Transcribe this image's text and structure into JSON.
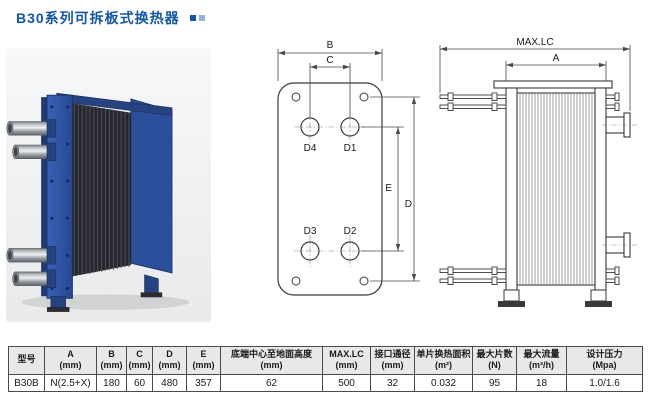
{
  "page": {
    "title": "B30系列可拆板式换热器",
    "title_color": "#1457a0"
  },
  "figures": {
    "photo": {
      "description": "blue plate heat exchanger product photo"
    },
    "front": {
      "dim_b": "B",
      "dim_c": "C",
      "dim_d": "D",
      "dim_e": "E",
      "port_d1": "D1",
      "port_d2": "D2",
      "port_d3": "D3",
      "port_d4": "D4"
    },
    "side": {
      "dim_maxlc": "MAX.LC",
      "dim_a": "A"
    }
  },
  "table": {
    "headers": [
      {
        "l1": "型号",
        "l2": ""
      },
      {
        "l1": "A",
        "l2": "(mm)"
      },
      {
        "l1": "B",
        "l2": "(mm)"
      },
      {
        "l1": "C",
        "l2": "(mm)"
      },
      {
        "l1": "D",
        "l2": "(mm)"
      },
      {
        "l1": "E",
        "l2": "(mm)"
      },
      {
        "l1": "底端中心至地面高度",
        "l2": "(mm)"
      },
      {
        "l1": "MAX.LC",
        "l2": "(mm)"
      },
      {
        "l1": "接口通径",
        "l2": "(mm)"
      },
      {
        "l1": "单片换热面积",
        "l2": "(m²)"
      },
      {
        "l1": "最大片数",
        "l2": "(N)"
      },
      {
        "l1": "最大流量",
        "l2": "(m³/h)"
      },
      {
        "l1": "设计压力",
        "l2": "(Mpa)"
      }
    ],
    "row": [
      "B30B",
      "N(2.5+X)",
      "180",
      "60",
      "480",
      "357",
      "62",
      "500",
      "32",
      "0.032",
      "95",
      "18",
      "1.0/1.6"
    ]
  }
}
